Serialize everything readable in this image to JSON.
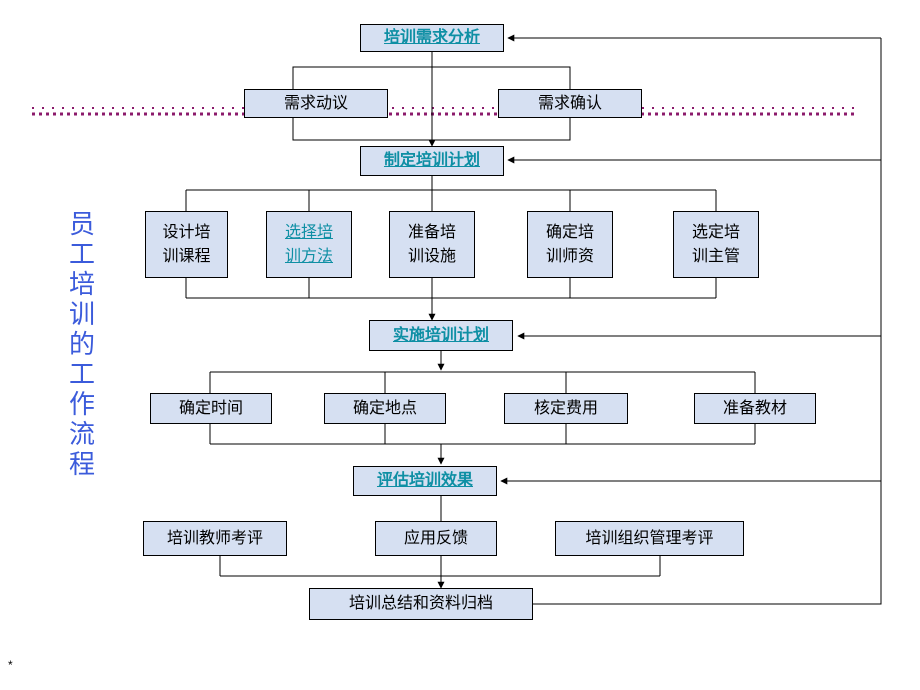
{
  "title_vertical": [
    "员",
    "工",
    "培",
    "训",
    "的",
    "工",
    "作",
    "流",
    "程"
  ],
  "footnote": "*",
  "colors": {
    "box_fill": "#d6e0f2",
    "link_text": "#0e8fa4",
    "title_blue": "#3b5bdb",
    "divider": "#8b1a6b"
  },
  "nodes": {
    "analysis": "培训需求分析",
    "motion": "需求动议",
    "confirm": "需求确认",
    "plan": "制定培训计划",
    "design": "设计培\n训课程",
    "method": "选择培\n训方法",
    "facility": "准备培\n训设施",
    "teacher": "确定培\n训师资",
    "manager": "选定培\n训主管",
    "implement": "实施培训计划",
    "time": "确定时间",
    "place": "确定地点",
    "cost": "核定费用",
    "material": "准备教材",
    "evaluate": "评估培训效果",
    "eval_teacher": "培训教师考评",
    "feedback": "应用反馈",
    "eval_org": "培训组织管理考评",
    "summary": "培训总结和资料归档"
  }
}
